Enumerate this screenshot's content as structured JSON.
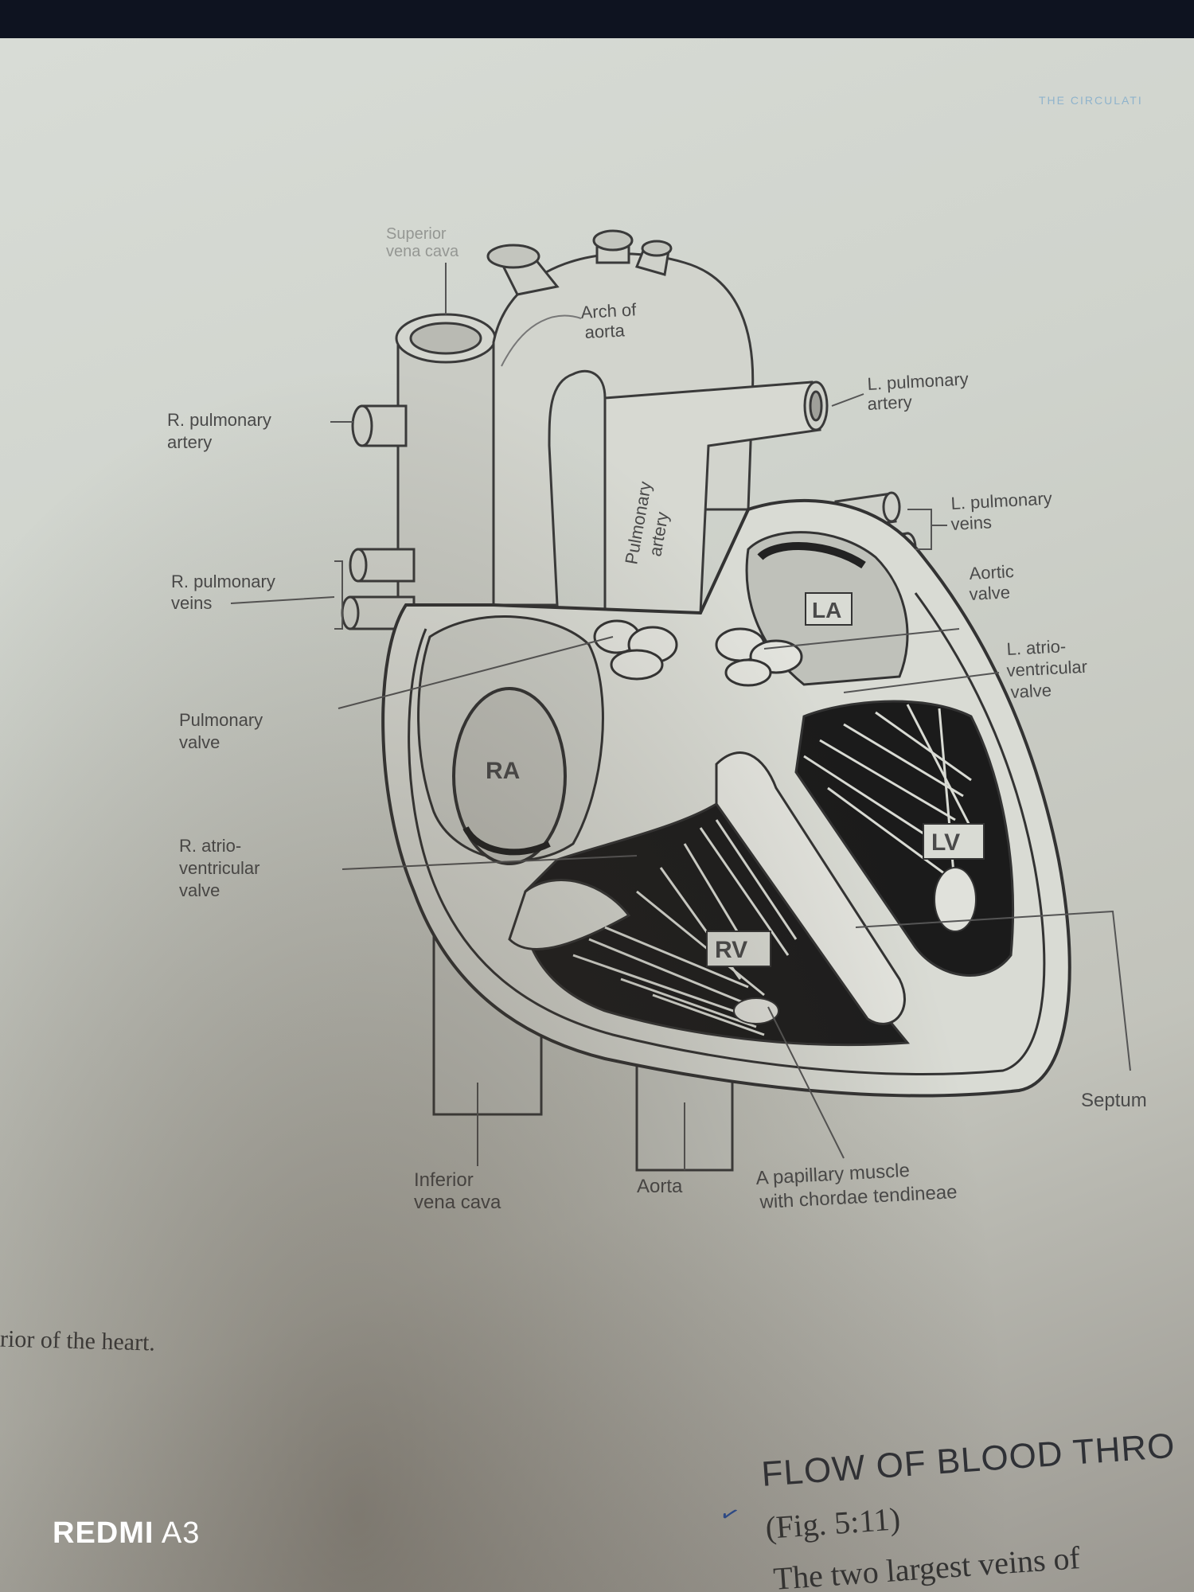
{
  "page": {
    "running_head": "THE CIRCULATI",
    "caption": "rior of the heart.",
    "section_heading": "FLOW OF BLOOD THRO",
    "figure_ref": "(Fig. 5:11)",
    "body_text": "The two largest veins of"
  },
  "diagram": {
    "labels": {
      "superior_vena_cava": [
        "Superior",
        "vena cava"
      ],
      "arch_of_aorta": [
        "Arch of",
        "aorta"
      ],
      "l_pulmonary_artery": [
        "L. pulmonary",
        "artery"
      ],
      "r_pulmonary_artery": [
        "R. pulmonary",
        "artery"
      ],
      "l_pulmonary_veins": [
        "L. pulmonary",
        "veins"
      ],
      "pulmonary_artery": [
        "Pulmonary",
        "artery"
      ],
      "aortic_valve": [
        "Aortic",
        "valve"
      ],
      "r_pulmonary_veins": [
        "R. pulmonary",
        "veins"
      ],
      "la": "LA",
      "l_av_valve": [
        "L. atrio-",
        "ventricular",
        "valve"
      ],
      "pulmonary_valve": [
        "Pulmonary",
        "valve"
      ],
      "ra": "RA",
      "lv": "LV",
      "r_av_valve": [
        "R. atrio-",
        "ventricular",
        "valve"
      ],
      "rv": "RV",
      "septum": "Septum",
      "inferior_vena_cava": [
        "Inferior",
        "vena cava"
      ],
      "aorta": "Aorta",
      "papillary_muscle": [
        "A papillary muscle",
        "with chordae tendineae"
      ]
    }
  },
  "watermark": {
    "brand": "REDMI",
    "model": "A3"
  },
  "colors": {
    "paper": "#d8dcd6",
    "ink": "#4a4a4a",
    "dark_tissue": "#1b1b1b",
    "watermark": "#ffffff"
  }
}
